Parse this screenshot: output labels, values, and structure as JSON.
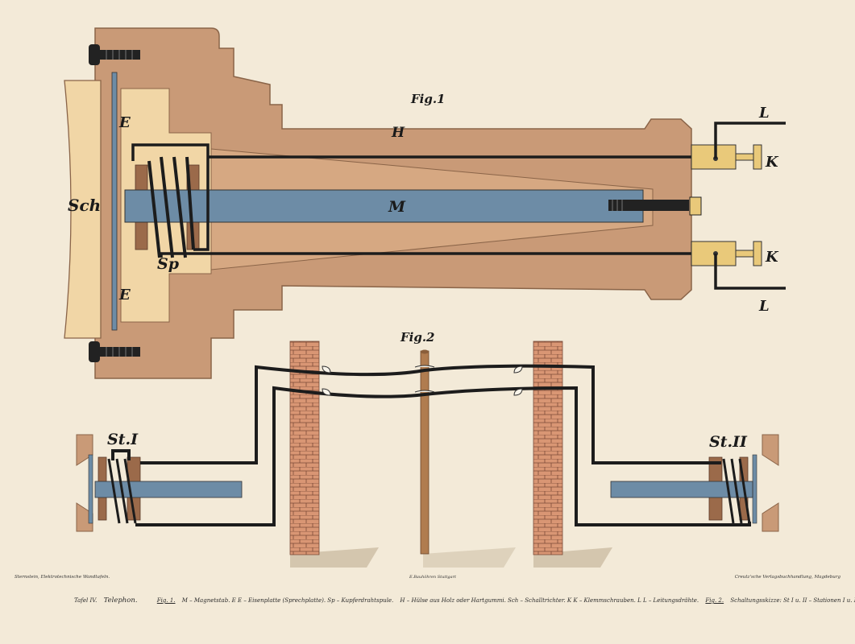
{
  "labels": {
    "fig1": "Fig.1",
    "fig2": "Fig.2",
    "E_top": "E",
    "E_bottom": "E",
    "H": "H",
    "M": "M",
    "Sch": "Sch",
    "Sp": "Sp",
    "K_top": "K",
    "K_bottom": "K",
    "L_top": "L",
    "L_bottom": "L",
    "st1": "St.I",
    "st2": "St.II"
  },
  "credits": {
    "left": "Sternstein, Elektrotechnische Wandtafeln.",
    "center": "E.Bauhöhren Stuttgart",
    "right": "Creutz'sche Verlagsbuchhandlung, Magdeburg"
  },
  "caption": {
    "plate": "Tafel IV.",
    "title": "Telephon.",
    "fig1_ref": "Fig. 1.",
    "fig1_text": "M – Magnetstab.  E E – Eisenplatte (Sprechplatte).  Sp – Kupferdrahtspule.",
    "fig1_text2": "H – Hülse aus Holz oder Hartgummi.  Sch – Schalltrichter.  K K – Klemmschrauben.  L L – Leitungsdrähte.",
    "fig2_ref": "Fig. 2.",
    "fig2_text": "Schaltungsskizze: St I u. II – Stationen I u. II."
  },
  "colors": {
    "background": "#f3ead8",
    "housing": "#c99a77",
    "housing_dark": "#8a6448",
    "cavity": "#f1d6a6",
    "magnet": "#6d8ca6",
    "brass": "#e9c97a",
    "brick": "#d99674",
    "wire": "#1c1c1c",
    "pole": "#b07c4f"
  }
}
